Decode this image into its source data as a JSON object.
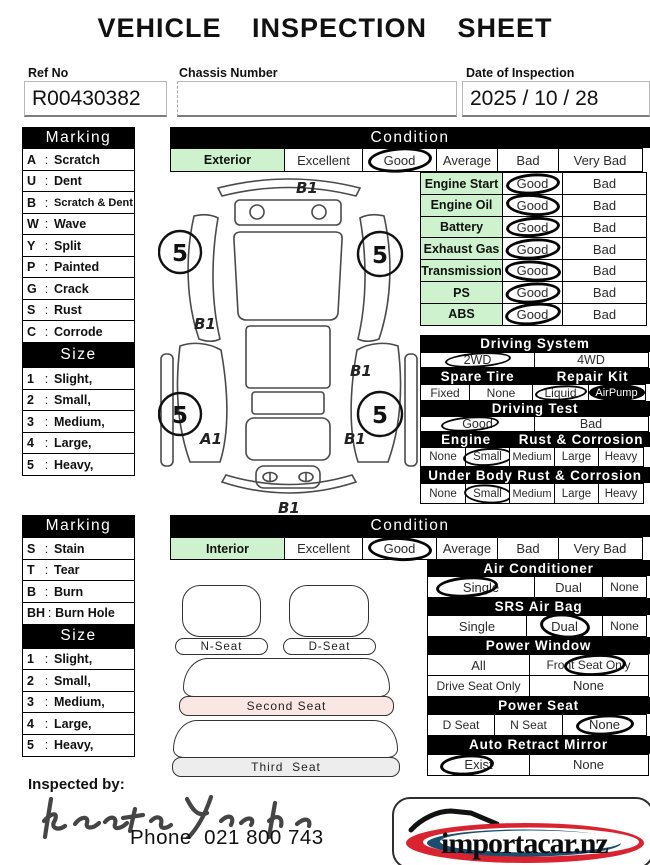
{
  "sep": ":",
  "title": "VEHICLE INSPECTION SHEET",
  "header": {
    "ref_no_label": "Ref No",
    "ref_no_value": "R00430382",
    "chassis_label": "Chassis Number",
    "chassis_value": "",
    "date_label": "Date of Inspection",
    "date_value": "2025 / 10 / 28"
  },
  "exterior_marking": {
    "title": "Marking",
    "items": [
      {
        "code": "A",
        "desc": "Scratch"
      },
      {
        "code": "U",
        "desc": "Dent"
      },
      {
        "code": "B",
        "desc": "Scratch & Dent"
      },
      {
        "code": "W",
        "desc": "Wave"
      },
      {
        "code": "Y",
        "desc": "Split"
      },
      {
        "code": "P",
        "desc": "Painted"
      },
      {
        "code": "G",
        "desc": "Crack"
      },
      {
        "code": "S",
        "desc": "Rust"
      },
      {
        "code": "C",
        "desc": "Corrode"
      }
    ],
    "size_title": "Size",
    "sizes": [
      {
        "code": "1",
        "desc": "Slight,"
      },
      {
        "code": "2",
        "desc": "Small,"
      },
      {
        "code": "3",
        "desc": "Medium,"
      },
      {
        "code": "4",
        "desc": "Large,"
      },
      {
        "code": "5",
        "desc": "Heavy,"
      }
    ]
  },
  "interior_marking": {
    "title": "Marking",
    "items": [
      {
        "code": "S",
        "desc": "Stain"
      },
      {
        "code": "T",
        "desc": "Tear"
      },
      {
        "code": "B",
        "desc": "Burn"
      },
      {
        "code": "BH",
        "desc": "Burn Hole"
      }
    ],
    "size_title": "Size",
    "sizes": [
      {
        "code": "1",
        "desc": "Slight,"
      },
      {
        "code": "2",
        "desc": "Small,"
      },
      {
        "code": "3",
        "desc": "Medium,"
      },
      {
        "code": "4",
        "desc": "Large,"
      },
      {
        "code": "5",
        "desc": "Heavy,"
      }
    ]
  },
  "condition_exterior": {
    "title": "Condition",
    "row_label": "Exterior",
    "options": [
      "Excellent",
      "Good",
      "Average",
      "Bad",
      "Very Bad"
    ],
    "selected": "Good"
  },
  "condition_interior": {
    "title": "Condition",
    "row_label": "Interior",
    "options": [
      "Excellent",
      "Good",
      "Average",
      "Bad",
      "Very Bad"
    ],
    "selected": "Good"
  },
  "engine_checks": {
    "good_label": "Good",
    "bad_label": "Bad",
    "rows": [
      {
        "label": "Engine Start",
        "selected": "Good"
      },
      {
        "label": "Engine Oil",
        "selected": "Good"
      },
      {
        "label": "Battery",
        "selected": "Good"
      },
      {
        "label": "Exhaust Gas",
        "selected": "Good"
      },
      {
        "label": "Transmission",
        "selected": "Good"
      },
      {
        "label": "PS",
        "selected": "Good"
      },
      {
        "label": "ABS",
        "selected": "Good"
      }
    ]
  },
  "driving_system": {
    "title": "Driving System",
    "options": [
      "2WD",
      "4WD"
    ],
    "selected": "2WD"
  },
  "spare_tire": {
    "title": "Spare Tire",
    "options": [
      "Fixed",
      "None"
    ],
    "selected": ""
  },
  "repair_kit": {
    "title": "Repair Kit",
    "options": [
      "Liquid",
      "AirPump"
    ],
    "circled_option": "Liquid",
    "filled_option": "AirPump"
  },
  "driving_test": {
    "title": "Driving Test",
    "options": [
      "Good",
      "Bad"
    ],
    "selected": "Good"
  },
  "engine_rust": {
    "title_left": "Engine",
    "title_right": "Rust & Corrosion",
    "options": [
      "None",
      "Small",
      "Medium",
      "Large",
      "Heavy"
    ],
    "selected": "Small"
  },
  "under_body_rust": {
    "title": "Under Body Rust & Corrosion",
    "options": [
      "None",
      "Small",
      "Medium",
      "Large",
      "Heavy"
    ],
    "selected": "Small"
  },
  "air_conditioner": {
    "title": "Air Conditioner",
    "options": [
      "Single",
      "Dual",
      "None"
    ],
    "selected": "Single"
  },
  "srs_air_bag": {
    "title": "SRS Air Bag",
    "options": [
      "Single",
      "Dual",
      "None"
    ],
    "selected": "Dual"
  },
  "power_window": {
    "title": "Power Window",
    "row1": [
      "All",
      "Front Seat Only"
    ],
    "row2": [
      "Drive Seat Only",
      "None"
    ],
    "selected": "Front Seat Only"
  },
  "power_seat": {
    "title": "Power Seat",
    "options": [
      "D Seat",
      "N Seat",
      "None"
    ],
    "selected": "None"
  },
  "auto_retract_mirror": {
    "title": "Auto Retract Mirror",
    "options": [
      "Exist",
      "None"
    ],
    "selected": "Exist"
  },
  "car_diagram": {
    "rear_bumper_label": "B1",
    "left_c_pillar_mark": "5",
    "right_c_pillar_mark": "5",
    "left_rear_door_label": "B1",
    "right_rear_door_label": "B1",
    "left_front_wheel_mark": "5",
    "right_front_wheel_mark": "5",
    "left_front_fender_label": "A1",
    "right_front_fender_label": "B1",
    "front_bumper_label": "B1"
  },
  "seats": {
    "n_seat": "N-Seat",
    "d_seat": "D-Seat",
    "second_seat": "Second Seat",
    "third_seat": "Third  Seat"
  },
  "footer": {
    "inspected_by_label": "Inspected by:",
    "phone": "Phone  021 800 743",
    "logo_text": "importacar.nz"
  },
  "colors": {
    "highlight_green": "#cdf2cd",
    "second_seat_pink": "#fae6e3",
    "third_seat_gray": "#ededed",
    "logo_red": "#d92330",
    "logo_blue": "#1b4d6e"
  }
}
